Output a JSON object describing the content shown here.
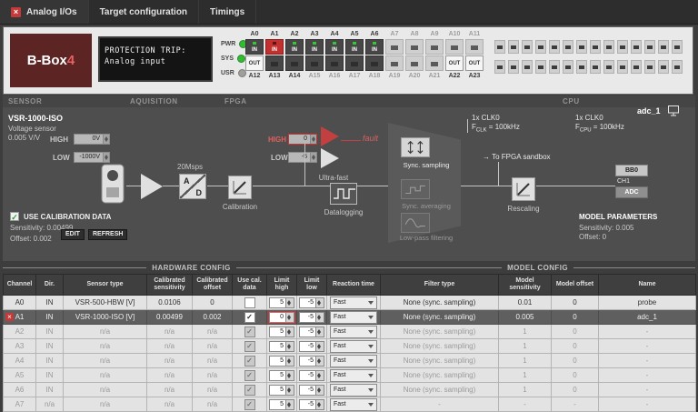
{
  "colors": {
    "accent_red": "#c43a3a",
    "led_green": "#33bb33",
    "selected_row": "#5f5f5f",
    "panel_dark": "#4e4e4e"
  },
  "icons": {
    "close": "×",
    "check": "✓",
    "arrow_right": "→"
  },
  "tabs": [
    {
      "label": "Analog I/Os"
    },
    {
      "label": "Target configuration"
    },
    {
      "label": "Timings"
    }
  ],
  "device": {
    "brand": "B-Box",
    "model": "4",
    "lcd_line1": "PROTECTION TRIP:",
    "lcd_line2": "Analog input",
    "leds": [
      {
        "label": "PWR",
        "state": "on"
      },
      {
        "label": "SYS",
        "state": "on"
      },
      {
        "label": "USR",
        "state": "off"
      }
    ],
    "port_in": "IN",
    "port_out": "OUT",
    "top_labels": [
      "A0",
      "A1",
      "A2",
      "A3",
      "A4",
      "A5",
      "A6",
      "A7",
      "A8",
      "A9",
      "A10",
      "A11"
    ],
    "bottom_labels": [
      "A12",
      "A13",
      "A14",
      "A15",
      "A16",
      "A17",
      "A18",
      "A19",
      "A20",
      "A21",
      "A22",
      "A23"
    ]
  },
  "diagram": {
    "sections": [
      "SENSOR",
      "AQUISITION",
      "FPGA",
      "CPU"
    ],
    "sensor_name": "VSR-1000-ISO",
    "sensor_type": "Voltage sensor",
    "sensor_gain": "0.005 V/V",
    "sensor_high_label": "HIGH",
    "sensor_high_value": "0V",
    "sensor_low_label": "LOW",
    "sensor_low_value": "-1000V",
    "adc_rate": "20Msps",
    "adc_a": "A",
    "adc_d": "D",
    "calibration_label": "Calibration",
    "limit_high_label": "HIGH",
    "limit_high_value": "0",
    "limit_low_label": "LOW",
    "limit_low_value": "-5",
    "fault_label": "fault",
    "ultrafast_label": "Ultra-fast",
    "datalogging_label": "Datalogging",
    "fpga_clock_line1": "1x CLK0",
    "fpga_clock_f": "F",
    "fpga_clock_sub": "CLK",
    "fpga_clock_rest": "= 100kHz",
    "cpu_clock_line1": "1x CLK0",
    "cpu_clock_f": "F",
    "cpu_clock_sub": "CPU",
    "cpu_clock_rest": "= 100kHz",
    "sandbox_label": "To FPGA sandbox",
    "mux_items": [
      "Sync. sampling",
      "Sync. averaging",
      "Low-pass filtering"
    ],
    "rescaling_label": "Rescaling",
    "bb_label": "BB0",
    "ch_label": "CH1",
    "adc_label": "ADC",
    "signal_name": "adc_1",
    "model_params_title": "MODEL PARAMETERS",
    "model_sensitivity": "Sensitivity: 0.005",
    "model_offset": "Offset: 0",
    "use_cal_label": "USE CALIBRATION DATA",
    "cal_sensitivity": "Sensitivity: 0.00499",
    "cal_offset": "Offset: 0.002",
    "edit_button": "EDIT",
    "refresh_button": "REFRESH"
  },
  "config": {
    "hardware_title": "HARDWARE CONFIG",
    "model_title": "MODEL CONFIG"
  },
  "table": {
    "columns": [
      "Channel",
      "Dir.",
      "Sensor type",
      "Calibrated sensitivity",
      "Calibrated offset",
      "Use cal. data",
      "Limit high",
      "Limit low",
      "Reaction time",
      "Filter type",
      "Model sensitivity",
      "Model offset",
      "Name"
    ],
    "rows": [
      {
        "channel": "A0",
        "dir": "IN",
        "sensor": "VSR-500-HBW [V]",
        "cal_sens": "0.0106",
        "cal_offset": "0",
        "use_cal": "",
        "limit_high": "5",
        "limit_low": "-5",
        "reaction": "Fast",
        "filter": "None (sync. sampling)",
        "model_sens": "0.01",
        "model_offset": "0",
        "name": "probe",
        "selected": false
      },
      {
        "channel": "A1",
        "dir": "IN",
        "sensor": "VSR-1000-ISO [V]",
        "cal_sens": "0.00499",
        "cal_offset": "0.002",
        "use_cal": "✓",
        "limit_high": "0",
        "limit_low": "-5",
        "reaction": "Fast",
        "filter": "None (sync. sampling)",
        "model_sens": "0.005",
        "model_offset": "0",
        "name": "adc_1",
        "selected": true
      },
      {
        "channel": "A2",
        "dir": "IN",
        "sensor": "n/a",
        "cal_sens": "n/a",
        "cal_offset": "n/a",
        "use_cal": "✓",
        "limit_high": "5",
        "limit_low": "-5",
        "reaction": "Fast",
        "filter": "None (sync. sampling)",
        "model_sens": "1",
        "model_offset": "0",
        "name": "-",
        "selected": false
      },
      {
        "channel": "A3",
        "dir": "IN",
        "sensor": "n/a",
        "cal_sens": "n/a",
        "cal_offset": "n/a",
        "use_cal": "✓",
        "limit_high": "5",
        "limit_low": "-5",
        "reaction": "Fast",
        "filter": "None (sync. sampling)",
        "model_sens": "1",
        "model_offset": "0",
        "name": "-",
        "selected": false
      },
      {
        "channel": "A4",
        "dir": "IN",
        "sensor": "n/a",
        "cal_sens": "n/a",
        "cal_offset": "n/a",
        "use_cal": "✓",
        "limit_high": "5",
        "limit_low": "-5",
        "reaction": "Fast",
        "filter": "None (sync. sampling)",
        "model_sens": "1",
        "model_offset": "0",
        "name": "-",
        "selected": false
      },
      {
        "channel": "A5",
        "dir": "IN",
        "sensor": "n/a",
        "cal_sens": "n/a",
        "cal_offset": "n/a",
        "use_cal": "✓",
        "limit_high": "5",
        "limit_low": "-5",
        "reaction": "Fast",
        "filter": "None (sync. sampling)",
        "model_sens": "1",
        "model_offset": "0",
        "name": "-",
        "selected": false
      },
      {
        "channel": "A6",
        "dir": "IN",
        "sensor": "n/a",
        "cal_sens": "n/a",
        "cal_offset": "n/a",
        "use_cal": "✓",
        "limit_high": "5",
        "limit_low": "-5",
        "reaction": "Fast",
        "filter": "None (sync. sampling)",
        "model_sens": "1",
        "model_offset": "0",
        "name": "-",
        "selected": false
      },
      {
        "channel": "A7",
        "dir": "n/a",
        "sensor": "n/a",
        "cal_sens": "n/a",
        "cal_offset": "n/a",
        "use_cal": "✓",
        "limit_high": "5",
        "limit_low": "-5",
        "reaction": "Fast",
        "filter": "-",
        "model_sens": "-",
        "model_offset": "-",
        "name": "-",
        "selected": false
      }
    ]
  }
}
